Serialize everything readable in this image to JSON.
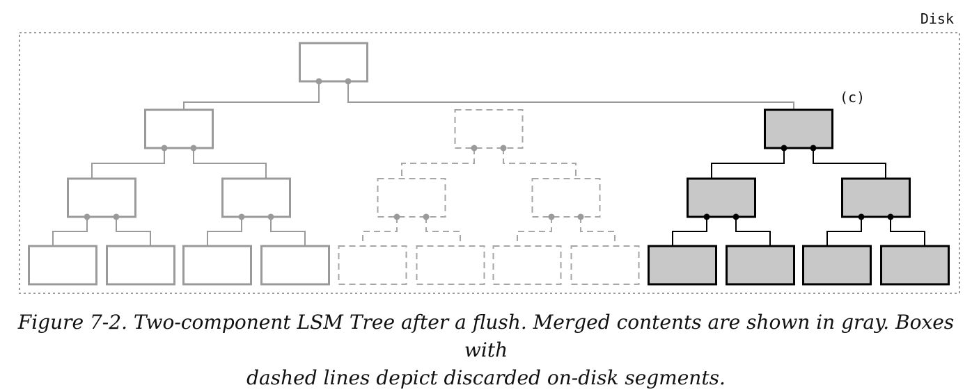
{
  "labels": {
    "disk": "Disk",
    "marker": "(c)"
  },
  "caption": {
    "line1": "Figure 7-2. Two-component LSM Tree after a flush. Merged contents are shown in gray. Boxes with",
    "line2": "dashed lines depict discarded on-disk segments."
  },
  "styles": {
    "original_stroke": "#9a9a9a",
    "discarded_stroke": "#a6a6a6",
    "merged_stroke": "#000000",
    "merged_fill": "#c8c8c8",
    "disk_border": "#9a9a9a"
  },
  "trees": [
    {
      "id": "original-tree",
      "style": "original"
    },
    {
      "id": "discarded-tree",
      "style": "discarded"
    },
    {
      "id": "merged-tree",
      "style": "merged"
    }
  ]
}
